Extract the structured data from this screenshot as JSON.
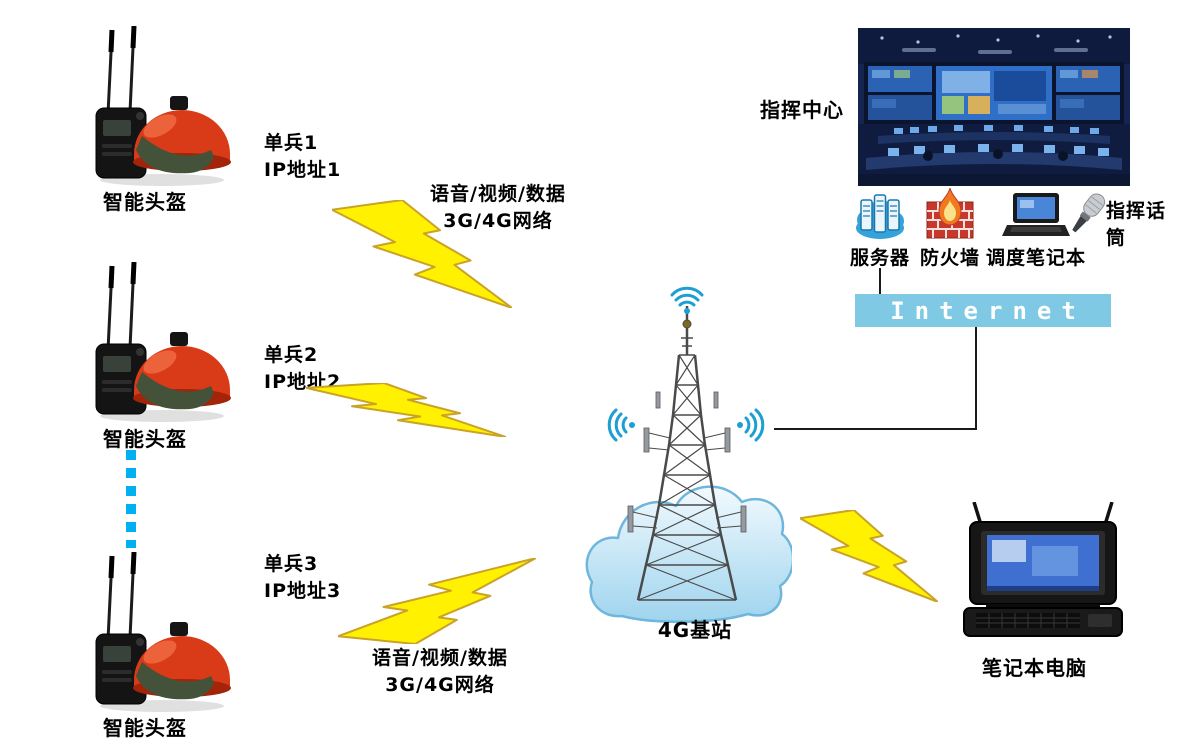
{
  "palette": {
    "bolt_fill": "#fff100",
    "bolt_outline": "#c9a227",
    "internet_bar_bg": "#7fc9e4",
    "dotted_link": "#00b0f0",
    "signal_arcs": "#1e9fd4",
    "helmet_red": "#d93a17"
  },
  "units": [
    {
      "name": "单兵1",
      "ip": "IP地址1",
      "device": "智能头盔"
    },
    {
      "name": "单兵2",
      "ip": "IP地址2",
      "device": "智能头盔"
    },
    {
      "name": "单兵3",
      "ip": "IP地址3",
      "device": "智能头盔"
    }
  ],
  "wireless_links": [
    {
      "line1": "语音/视频/数据",
      "line2": "3G/4G网络"
    },
    {
      "line1": "语音/视频/数据",
      "line2": "3G/4G网络"
    }
  ],
  "base_station": {
    "label": "4G基站"
  },
  "command_center": {
    "title": "指挥中心",
    "devices": [
      {
        "label": "服务器"
      },
      {
        "label": "防火墙"
      },
      {
        "label": "调度笔记本"
      },
      {
        "label": "指挥话筒"
      }
    ],
    "internet_label": "Internet"
  },
  "field_laptop": {
    "label": "笔记本电脑"
  }
}
